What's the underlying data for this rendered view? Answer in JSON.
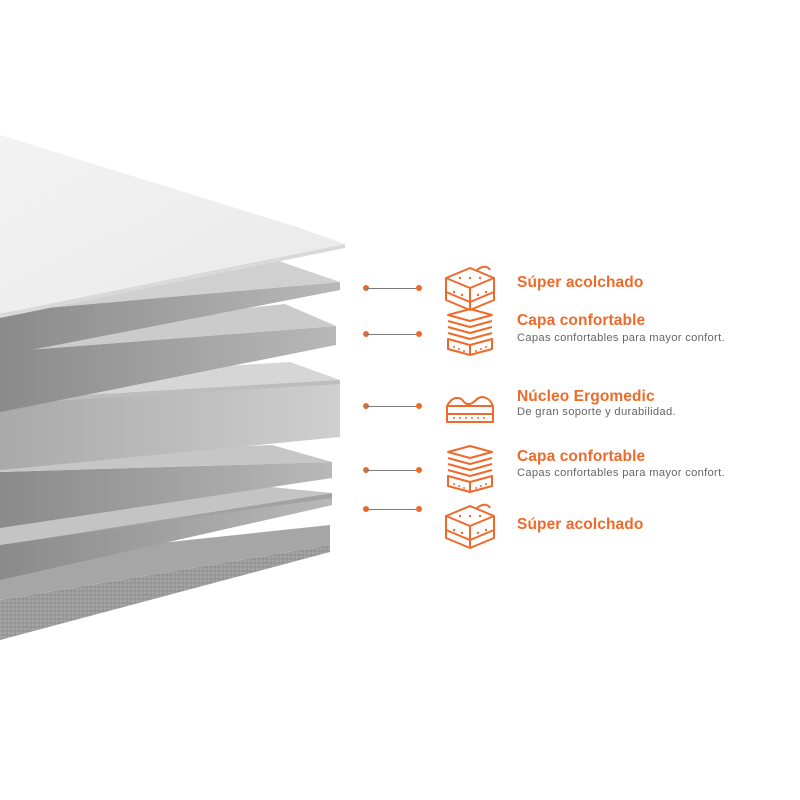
{
  "accent_color": "#ef6a2a",
  "features": [
    {
      "icon": "quilted-padding-icon",
      "title": "Súper acolchado"
    },
    {
      "icon": "layered-foam-icon",
      "title": "Capa confortable",
      "description": "Capas confortables para mayor confort."
    },
    {
      "icon": "ergonomic-core-icon",
      "title": "Núcleo Ergomedic",
      "description": "De gran soporte y durabilidad."
    },
    {
      "icon": "layered-foam-icon",
      "title": "Capa confortable",
      "description": "Capas confortables para mayor confort."
    },
    {
      "icon": "quilted-padding-icon",
      "title": "Súper acolchado"
    }
  ]
}
